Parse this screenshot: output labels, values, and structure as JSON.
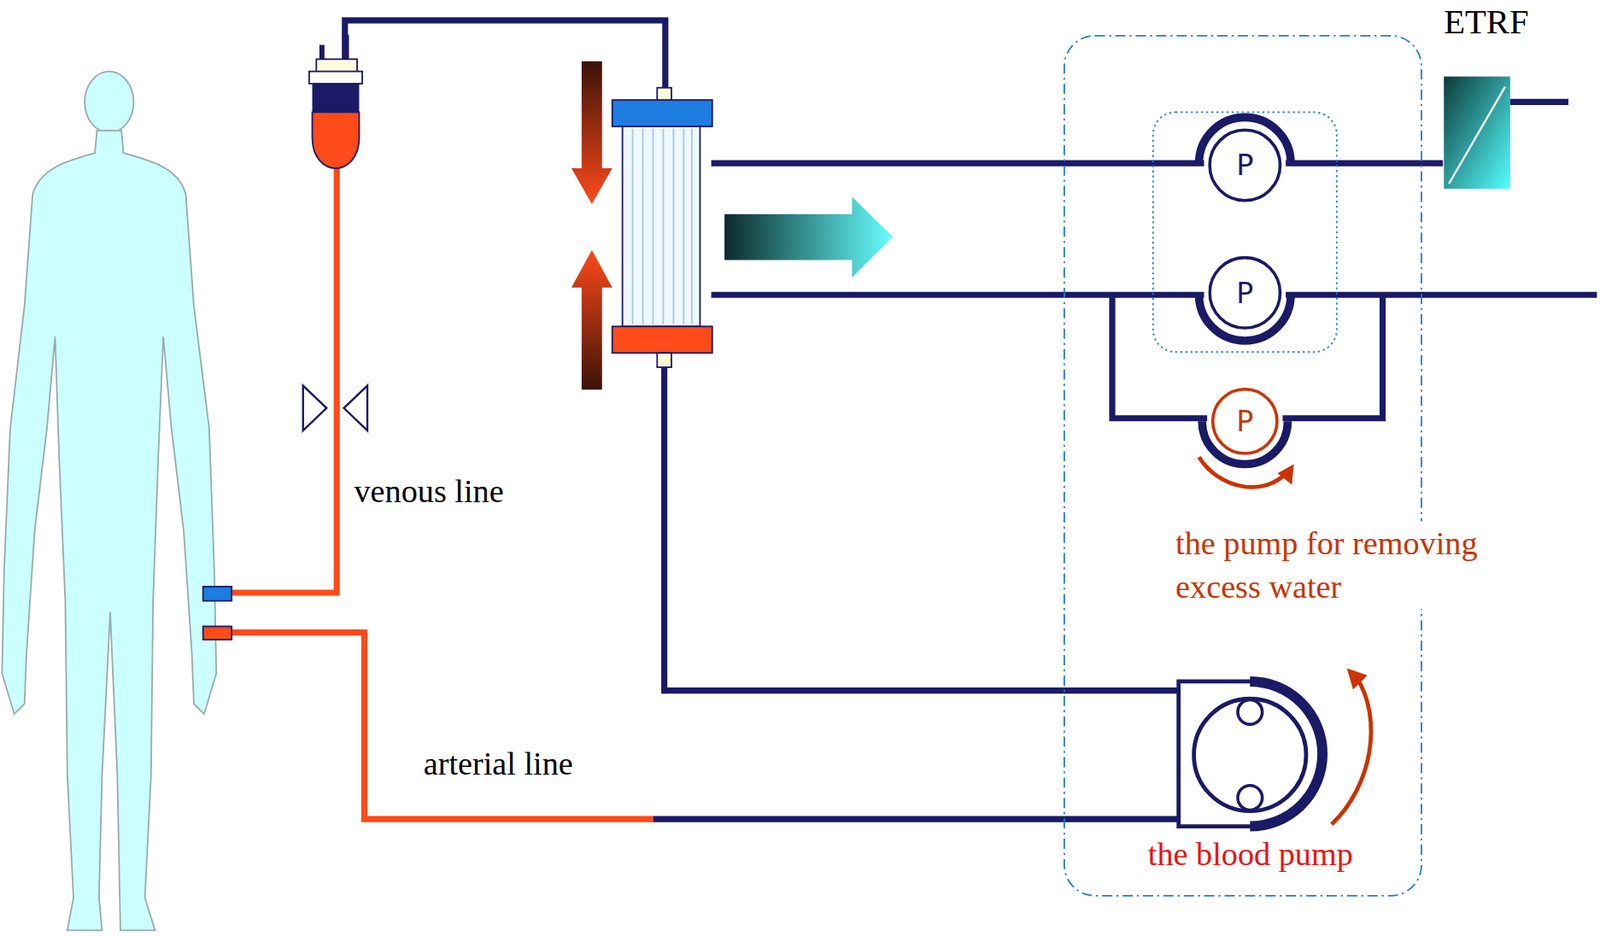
{
  "diagram": {
    "nodes": [
      {
        "text": [
          "P"
        ]
      },
      {
        "text": [
          "P"
        ]
      },
      {
        "text": [
          "P"
        ]
      }
    ],
    "labels": [
      "ETRF",
      "venous line",
      "arterial line",
      "the pump for removing excess water",
      "the blood pump"
    ]
  }
}
